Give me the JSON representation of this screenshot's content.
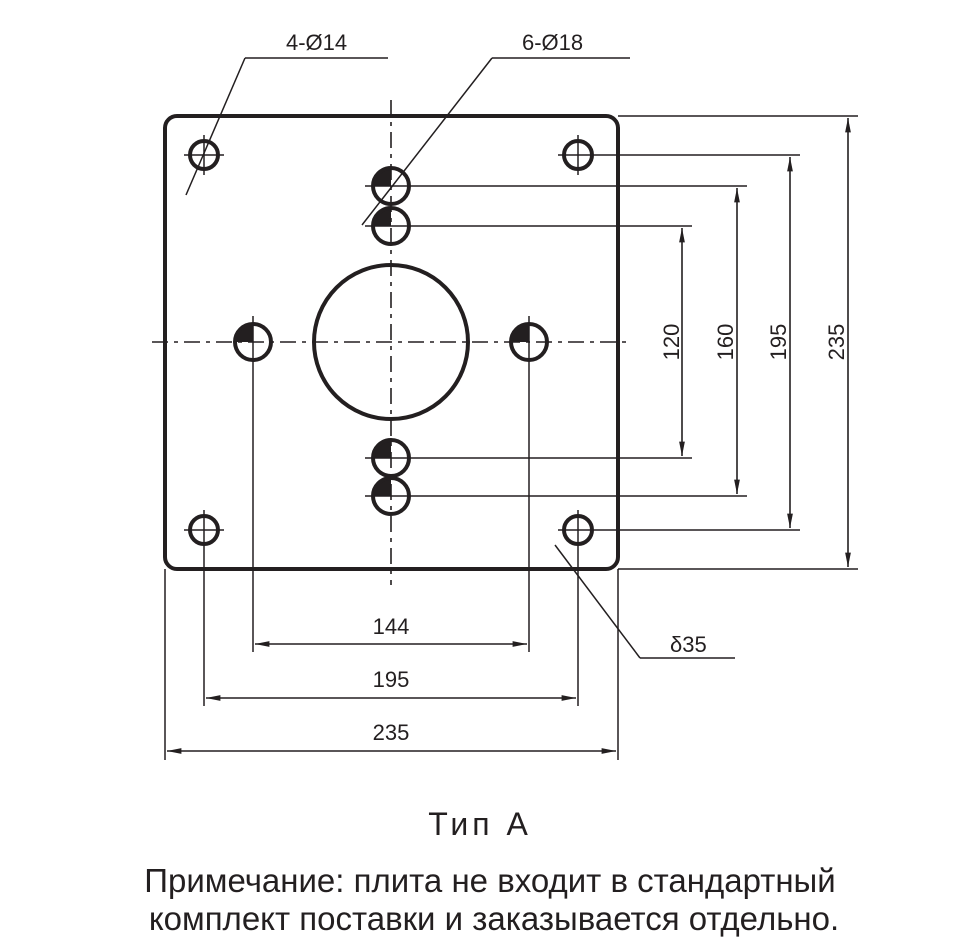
{
  "drawing": {
    "labels": {
      "corner_holes": "4-Ø14",
      "mount_holes": "6-Ø18",
      "thickness": "δ35"
    },
    "dimensions": {
      "vertical": [
        "120",
        "160",
        "195",
        "235"
      ],
      "horizontal": [
        "144",
        "195",
        "235"
      ]
    },
    "colors": {
      "line": "#231f20",
      "background": "#ffffff"
    }
  },
  "caption": {
    "title": "Тип А",
    "note_line1": "Примечание: плита не входит в стандартный",
    "note_line2": "комплект поставки и заказывается отдельно."
  }
}
